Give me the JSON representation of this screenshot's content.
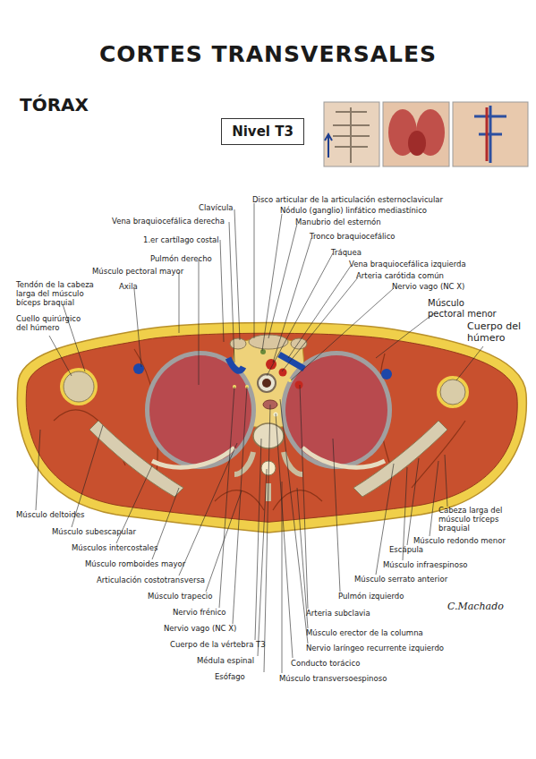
{
  "diagram": {
    "title": "CORTES TRANSVERSALES",
    "nodes": [
      {
        "text": [
          "Nivel T3"
        ]
      }
    ],
    "labels": [
      "TÓRAX",
      "Disco articular de la articulación esternoclavicular",
      "Clavícula",
      "Nódulo (ganglio) linfático mediastínico",
      "Vena braquiocefálica derecha",
      "Manubrio del esternón",
      "1.er cartílago costal",
      "Tronco braquiocefálico",
      "Pulmón derecho",
      "Tráquea",
      "Músculo pectoral mayor",
      "Vena braquiocefálica izquierda",
      "Arteria carótida común",
      "Tendón de la cabeza larga del músculo bíceps braquial",
      "Axila",
      "Nervio vago (NC X)",
      "Músculo pectoral menor",
      "Cuello quirúrgico del húmero",
      "Cuerpo del húmero",
      "Músculo deltoides",
      "Músculo subescapular",
      "Músculos intercostales",
      "Músculo romboides mayor",
      "Articulación costotransversa",
      "Músculo trapecio",
      "Nervio frénico",
      "Nervio vago (NC X)",
      "Cuerpo de la vértebra T3",
      "Médula espinal",
      "Esófago",
      "Músculo transversoespinoso",
      "Conducto torácico",
      "Nervio laríngeo recurrente izquierdo",
      "Músculo erector de la columna",
      "Arteria subclavia",
      "Pulmón izquierdo",
      "Músculo serrato anterior",
      "Músculo infraespinoso",
      "Escápula",
      "Músculo redondo menor",
      "Cabeza larga del músculo tríceps braquial",
      "C.Machado"
    ]
  }
}
